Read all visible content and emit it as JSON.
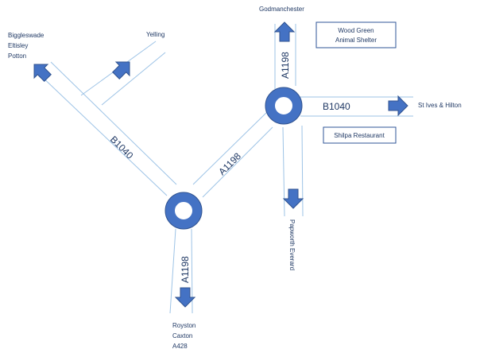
{
  "colors": {
    "road_line": "#9dc3e6",
    "roundabout_ring": "#4472c4",
    "roundabout_ring_edge": "#2f528f",
    "arrow_fill": "#4472c4",
    "arrow_edge": "#2f528f",
    "text": "#1f3864",
    "box_border": "#2f5597"
  },
  "icons": {
    "roundabout": "roundabout-icon",
    "arrow": "direction-arrow-icon"
  },
  "destinations": {
    "godmanchester": "Godmanchester",
    "yelling": "Yelling",
    "west_lines": [
      "Biggleswade",
      "Eltisley",
      "Potton"
    ],
    "east": "St Ives & Hilton",
    "south_lines": [
      "Royston",
      "Caxton",
      "A428"
    ],
    "papworth": "Papworth Everard"
  },
  "road_labels": {
    "b1040_east": "B1040",
    "b1040_diag": "B1040",
    "a1198_north": "A1198",
    "a1198_link": "A1198",
    "a1198_south": "A1198"
  },
  "landmarks": {
    "wood_green_lines": [
      "Wood Green",
      "Animal Shelter"
    ],
    "shilpa": "Shilpa Restaurant"
  }
}
